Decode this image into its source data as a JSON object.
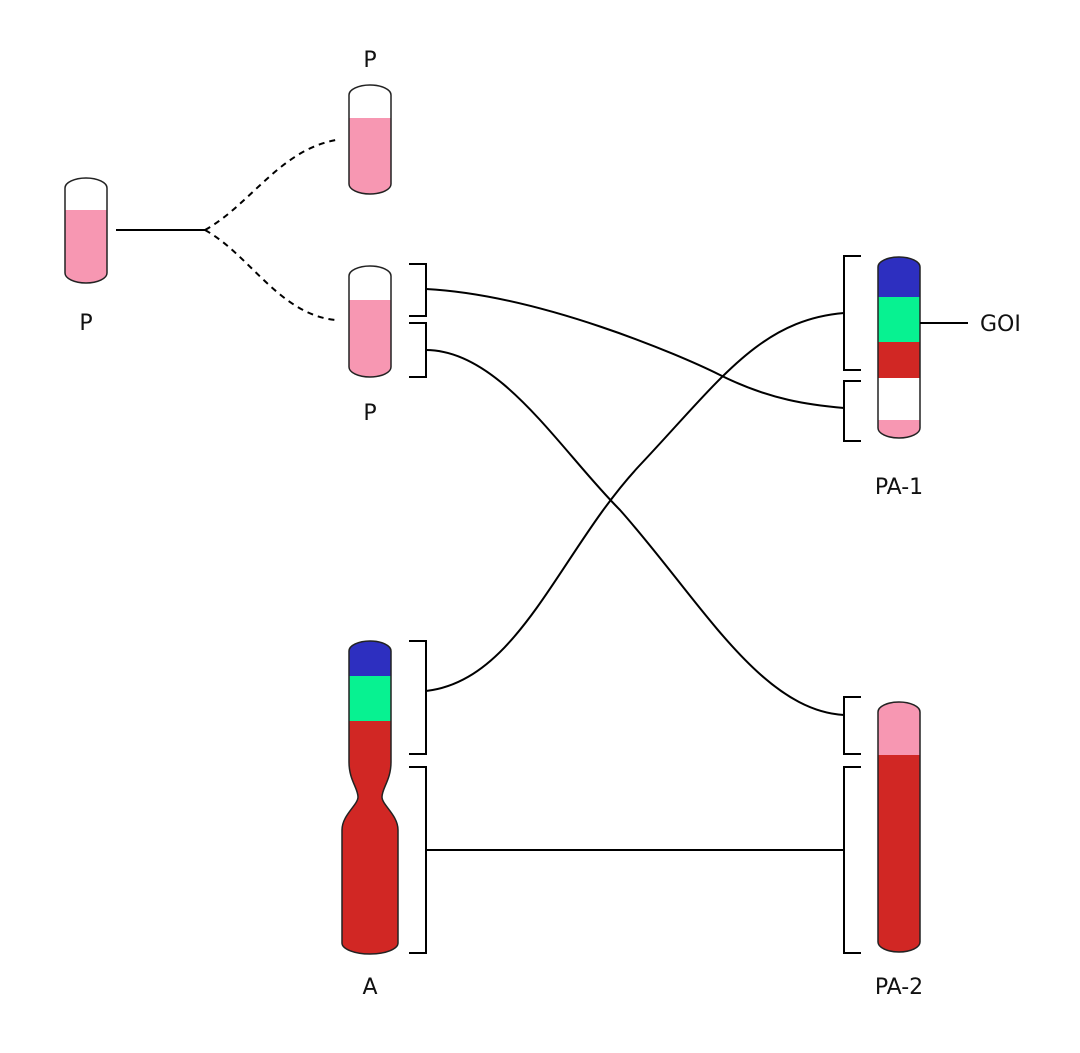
{
  "colors": {
    "pink": "#f797b2",
    "blue": "#2d2fc0",
    "green": "#07f291",
    "red": "#d12724",
    "white": "#ffffff",
    "line": "#000000"
  },
  "labels": {
    "p_left": "P",
    "p_top": "P",
    "p_middle": "P",
    "a": "A",
    "pa1": "PA-1",
    "pa2": "PA-2",
    "goi": "GOI"
  }
}
